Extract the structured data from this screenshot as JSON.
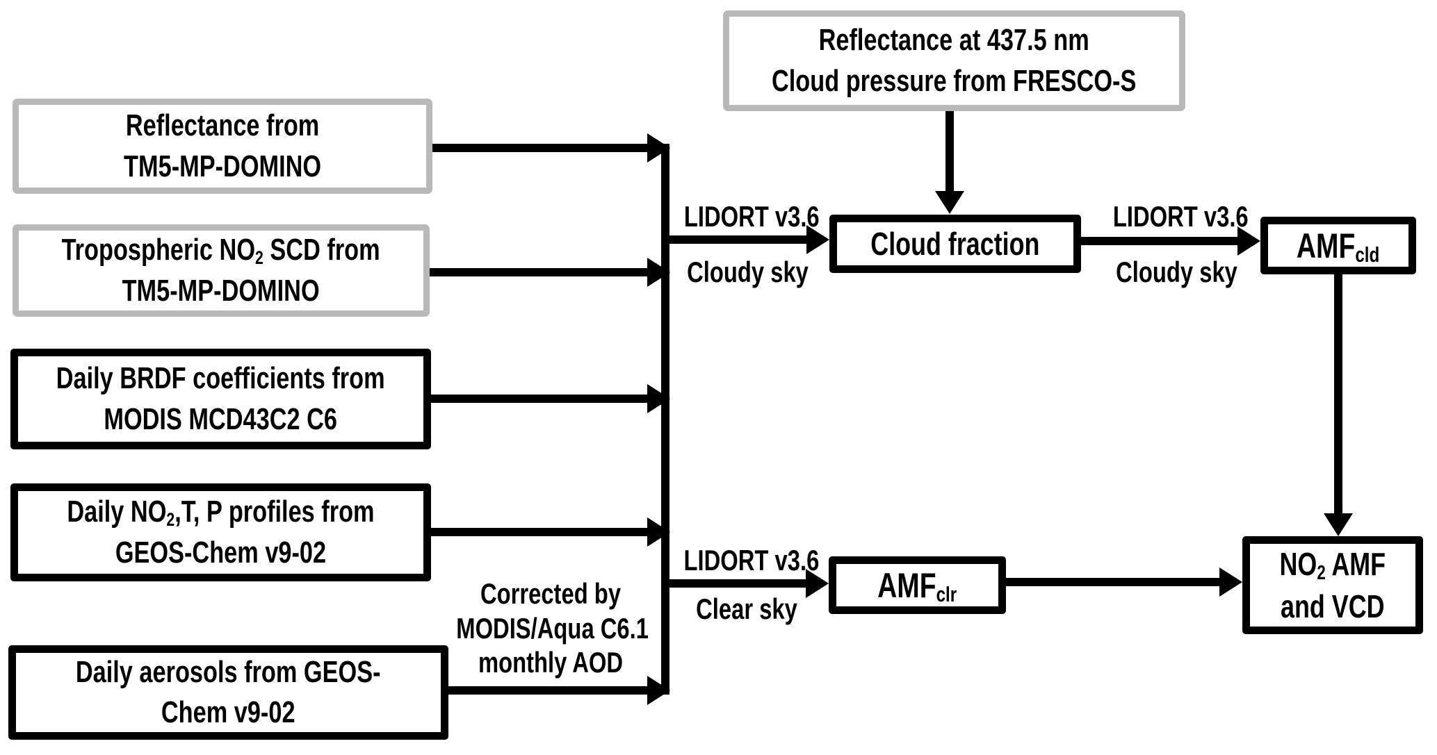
{
  "diagram_title": "NO2 AMF and VCD retrieval flowchart",
  "colors": {
    "background": "#ffffff",
    "gray_border": "#b9b9b9",
    "black": "#000000",
    "text": "#000000"
  },
  "nodes": {
    "fresco_input": {
      "line1": "Reflectance at 437.5 nm",
      "line2": "Cloud pressure from FRESCO-S"
    },
    "reflectance": {
      "line1": "Reflectance from",
      "line2": "TM5-MP-DOMINO"
    },
    "trop_scd": {
      "line1_pre": "Tropospheric NO",
      "line1_sub": "2",
      "line1_post": " SCD from",
      "line2": "TM5-MP-DOMINO"
    },
    "brdf": {
      "line1": "Daily BRDF coefficients from",
      "line2": "MODIS MCD43C2 C6"
    },
    "profiles": {
      "line1_pre": "Daily NO",
      "line1_sub": "2",
      "line1_post": ",T, P profiles from",
      "line2": "GEOS-Chem v9-02"
    },
    "aerosols": {
      "line1": "Daily aerosols from GEOS-",
      "line2": "Chem v9-02"
    },
    "cloud_fraction": {
      "label": "Cloud fraction"
    },
    "amf_cld": {
      "main": "AMF",
      "sub": "cld"
    },
    "amf_clr": {
      "main": "AMF",
      "sub": "clr"
    },
    "no2_result": {
      "line1_pre": "NO",
      "line1_sub": "2",
      "line1_post": " AMF",
      "line2": "and VCD"
    }
  },
  "edge_labels": {
    "branch_cloudy_1": {
      "top": "LIDORT v3.6",
      "bottom": "Cloudy sky"
    },
    "branch_cloudy_2": {
      "top": "LIDORT v3.6",
      "bottom": "Cloudy sky"
    },
    "branch_clear": {
      "top": "LIDORT v3.6",
      "bottom": "Clear sky"
    },
    "aod_correction": {
      "line1": "Corrected by",
      "line2": "MODIS/Aqua C6.1",
      "line3": "monthly AOD"
    }
  }
}
